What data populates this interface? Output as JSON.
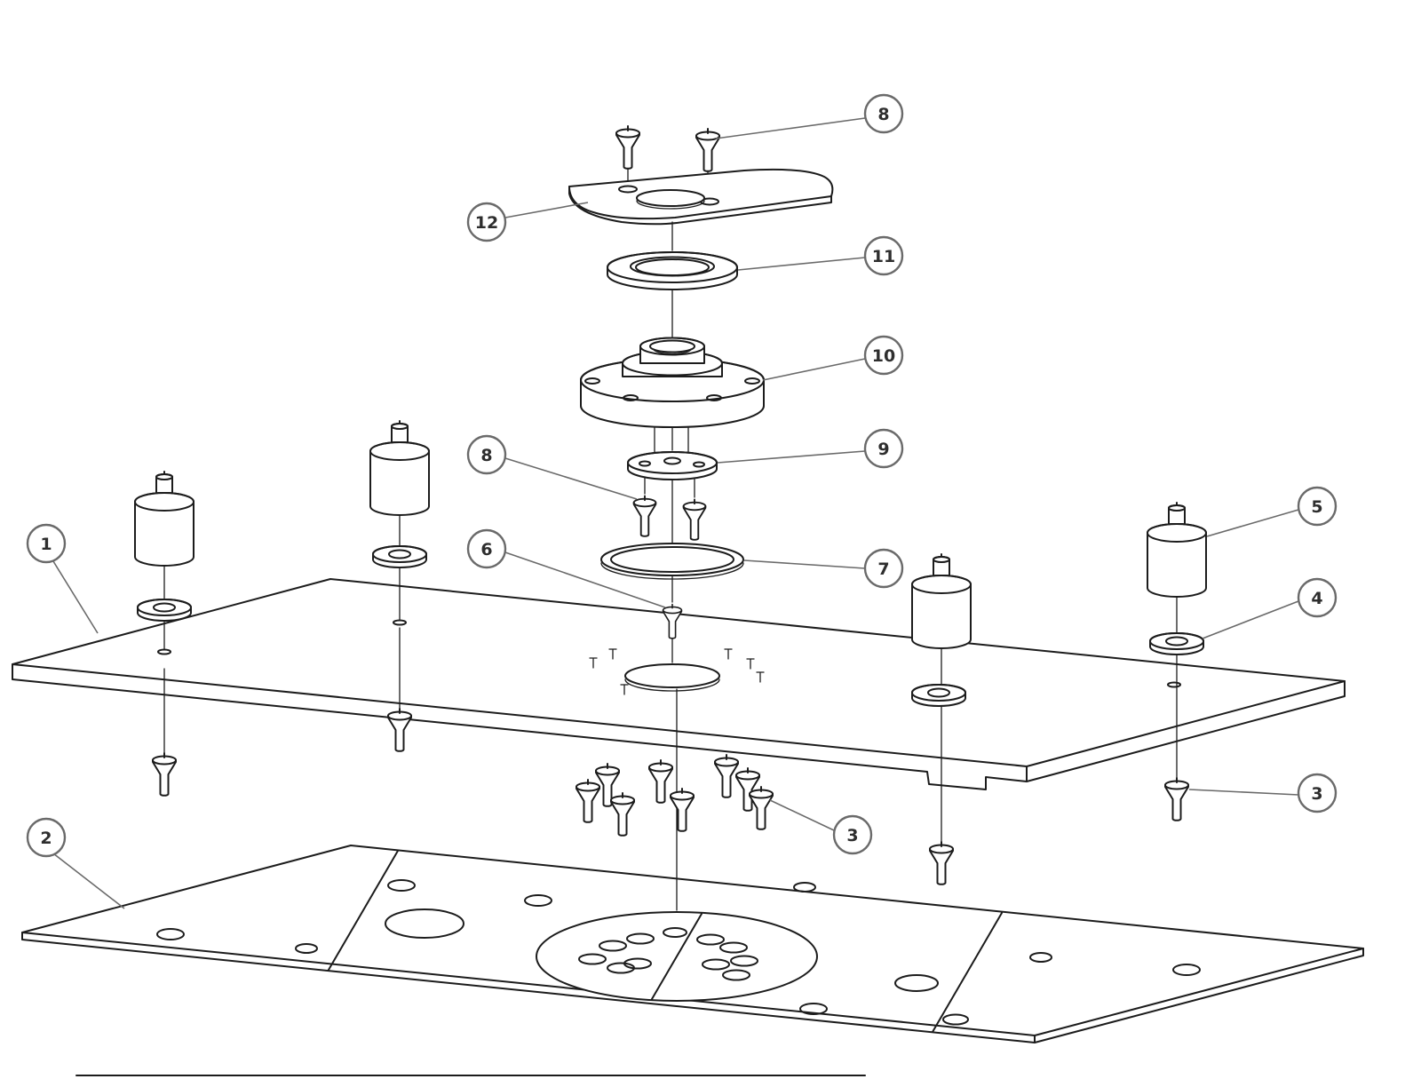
{
  "diagram": {
    "type": "exploded-assembly-drawing",
    "colors": {
      "background": "#ffffff",
      "line": "#1c1c1c",
      "balloon_stroke": "#6a6a6a",
      "balloon_text": "#2e2e2e"
    },
    "callouts": [
      {
        "label": "8"
      },
      {
        "label": "12"
      },
      {
        "label": "11"
      },
      {
        "label": "10"
      },
      {
        "label": "9"
      },
      {
        "label": "8"
      },
      {
        "label": "6"
      },
      {
        "label": "7"
      },
      {
        "label": "1"
      },
      {
        "label": "5"
      },
      {
        "label": "4"
      },
      {
        "label": "3"
      },
      {
        "label": "3"
      },
      {
        "label": "2"
      }
    ]
  }
}
